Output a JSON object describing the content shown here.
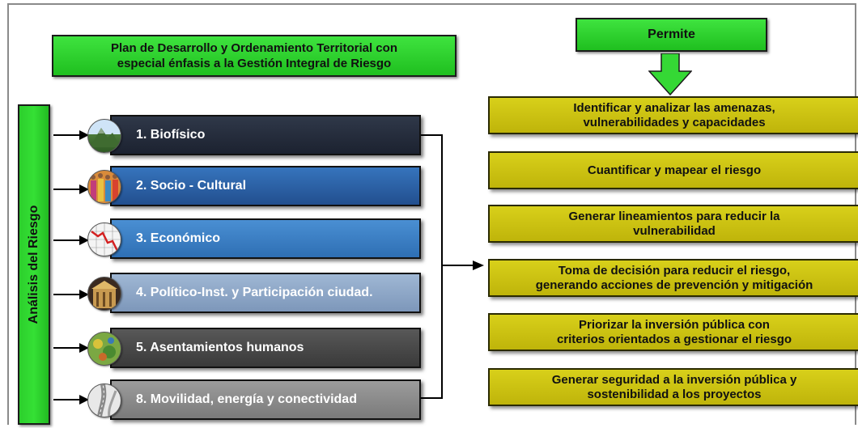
{
  "title": {
    "line1": "Plan de Desarrollo y Ordenamiento Territorial con",
    "line2": "especial énfasis a la Gestión Integral de Riesgo"
  },
  "vertical_label": "Análisis del Riesgo",
  "permite_label": "Permite",
  "categories": [
    {
      "label": "1. Biofísico",
      "color": "#232b3a",
      "icon": "mountain-icon"
    },
    {
      "label": "2. Socio - Cultural",
      "color": "#2a63a8",
      "icon": "people-icon"
    },
    {
      "label": "3. Económico",
      "color": "#3a7ec4",
      "icon": "chart-icon"
    },
    {
      "label": "4. Político-Inst. y Participación ciudad.",
      "color": "#8ea8c8",
      "icon": "building-icon"
    },
    {
      "label": "5. Asentamientos humanos",
      "color": "#4a4a4a",
      "icon": "map-icon"
    },
    {
      "label": "8. Movilidad, energía y conectividad",
      "color": "#8c8c8c",
      "icon": "road-icon"
    }
  ],
  "outcomes": [
    {
      "line1": "Identificar y analizar las amenazas,",
      "line2": "vulnerabilidades y capacidades"
    },
    {
      "line1": "Cuantificar y mapear el riesgo",
      "line2": ""
    },
    {
      "line1": "Generar lineamientos para reducir la",
      "line2": "vulnerabilidad"
    },
    {
      "line1": "Toma de decisión para reducir el riesgo,",
      "line2": "generando acciones de prevención y mitigación"
    },
    {
      "line1": "Priorizar la inversión pública con",
      "line2": "criterios orientados a gestionar el riesgo"
    },
    {
      "line1": "Generar seguridad a la inversión pública y",
      "line2": "sostenibilidad a los proyectos"
    }
  ]
}
